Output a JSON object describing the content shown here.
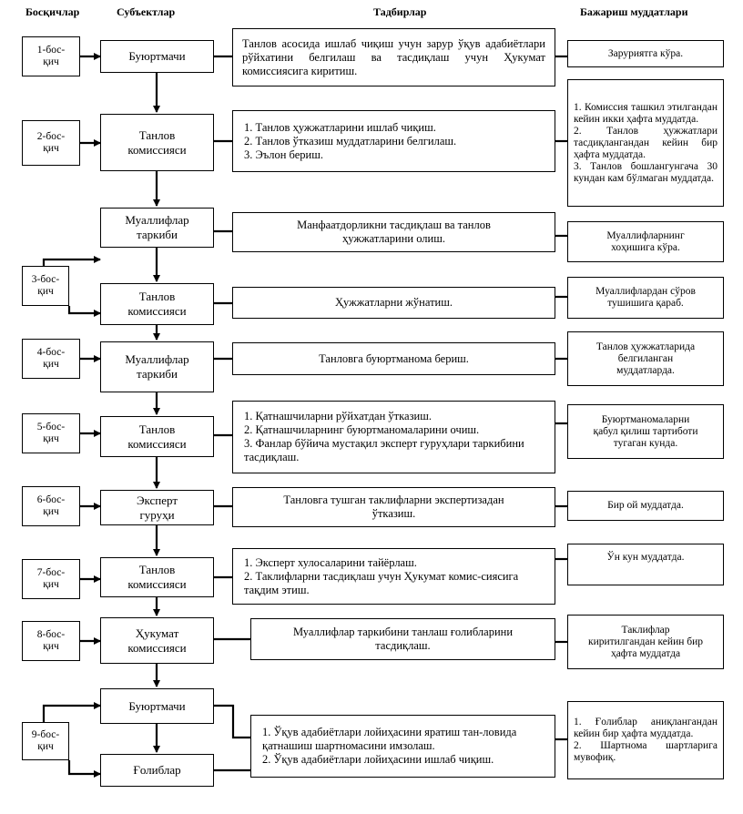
{
  "headers": {
    "stages": "Босқичлар",
    "subjects": "Субъектлар",
    "actions": "Тадбирлар",
    "terms": "Бажариш муддатлари"
  },
  "steps": [
    "1-бос-\nқич",
    "2-бос-\nқич",
    "3-бос-\nқич",
    "4-бос-\nқич",
    "5-бос-\nқич",
    "6-бос-\nқич",
    "7-бос-\nқич",
    "8-бос-\nқич",
    "9-бос-\nқич"
  ],
  "subjects": [
    "Буюртмачи",
    "Танлов\nкомиссияси",
    "Муаллифлар\nтаркиби",
    "Танлов\nкомиссияси",
    "Муаллифлар\nтаркиби",
    "Танлов\nкомиссияси",
    "Эксперт\nгуруҳи",
    "Танлов\nкомиссияси",
    "Ҳукумат\nкомиссияси",
    "Буюртмачи",
    "Ғолиблар"
  ],
  "actions": [
    "Танлов асосида ишлаб чиқиш учун зарур ўқув адабиётлари рўйхатини белгилаш ва тасдиқлаш учун Ҳукумат комиссиясига киритиш.",
    "1. Танлов ҳужжатларини ишлаб чиқиш.\n2. Танлов ўтказиш муддатларини белгилаш.\n3. Эълон бериш.",
    "Манфаатдорликни тасдиқлаш ва танлов\nҳужжатларини олиш.",
    "Ҳужжатларни жўнатиш.",
    "Танловга буюртманома бериш.",
    "1. Қатнашчиларни рўйхатдан ўтказиш.\n2. Қатнашчиларнинг буюртманомаларини очиш.\n3. Фанлар бўйича мустақил эксперт гуруҳлари таркибини тасдиқлаш.",
    "Танловга тушган таклифларни экспертизадан\nўтказиш.",
    "1. Эксперт хулосаларини тайёрлаш.\n2. Таклифларни тасдиқлаш учун Ҳукумат комис-сиясига тақдим этиш.",
    "Муаллифлар таркибини танлаш ғолибларини\nтасдиқлаш.",
    "1. Ўқув адабиётлари лойиҳасини яратиш тан-ловида қатнашиш шартномасини имзолаш.\n2. Ўқув адабиётлари лойиҳасини ишлаб чиқиш."
  ],
  "terms": [
    "Заруриятга кўра.",
    "1. Комиссия ташкил этилгандан кейин икки ҳафта муддатда.\n2. Танлов ҳужжатлари тасдиқлангандан кейин бир ҳафта муддатда.\n3. Танлов бошлангунгача 30 кундан кам бўлмаган муддатда.",
    "Муаллифларнинг\nхоҳишига кўра.",
    "Муаллифлардан сўров\nтушишига қараб.",
    "Танлов ҳужжатларида\nбелгиланган\nмуддатларда.",
    "Буюртманомаларни\nқабул қилиш тартиботи\nтугаган кунда.",
    "Бир ой муддатда.",
    "Ўн  кун муддатда.",
    "Таклифлар\nкиритилгандан кейин бир\nҳафта муддатда",
    "1. Ғолиблар аниқлангандан кейин бир ҳафта муддатда.\n2. Шартнома шартларига мувофиқ."
  ]
}
